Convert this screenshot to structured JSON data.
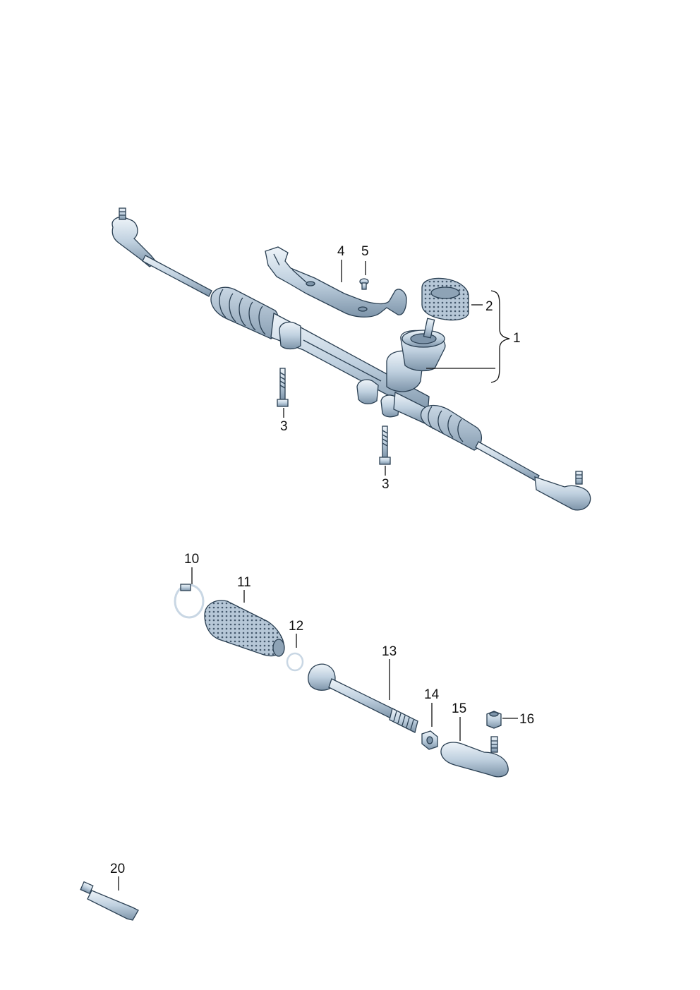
{
  "callouts": {
    "c1": "1",
    "c2": "2",
    "c3a": "3",
    "c3b": "3",
    "c4": "4",
    "c5": "5",
    "c10": "10",
    "c11": "11",
    "c12": "12",
    "c13": "13",
    "c14": "14",
    "c15": "15",
    "c16": "16",
    "c20": "20"
  },
  "colors": {
    "metal_light": "#e6eef5",
    "metal_mid": "#b9cad9",
    "metal_dark": "#7e95aa",
    "outline": "#2a3f52",
    "label": "#111111"
  }
}
